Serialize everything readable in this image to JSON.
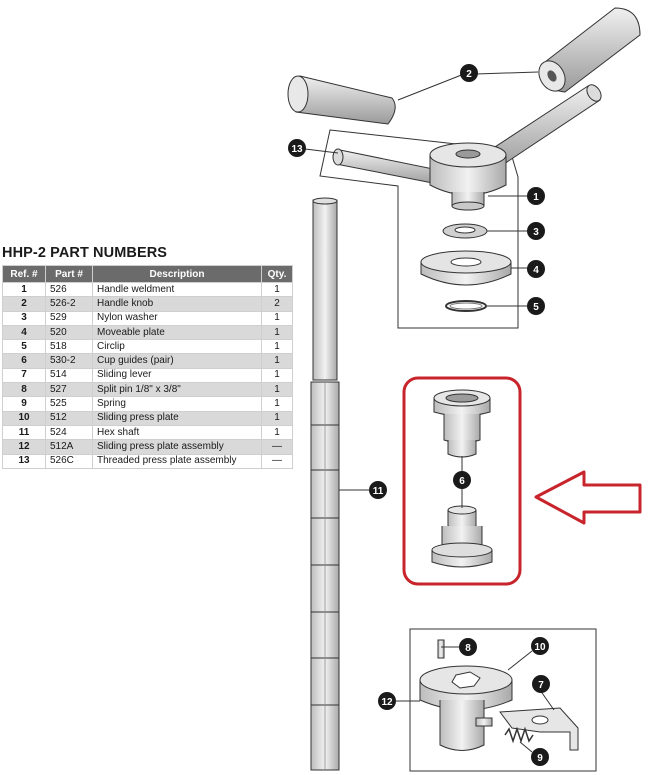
{
  "title": "HHP-2 PART NUMBERS",
  "table": {
    "headers": {
      "ref": "Ref. #",
      "part": "Part #",
      "desc": "Description",
      "qty": "Qty."
    },
    "rows": [
      {
        "ref": "1",
        "part": "526",
        "desc": "Handle weldment",
        "qty": "1"
      },
      {
        "ref": "2",
        "part": "526-2",
        "desc": "Handle knob",
        "qty": "2"
      },
      {
        "ref": "3",
        "part": "529",
        "desc": "Nylon washer",
        "qty": "1"
      },
      {
        "ref": "4",
        "part": "520",
        "desc": "Moveable plate",
        "qty": "1"
      },
      {
        "ref": "5",
        "part": "518",
        "desc": "Circlip",
        "qty": "1"
      },
      {
        "ref": "6",
        "part": "530-2",
        "desc": "Cup guides (pair)",
        "qty": "1"
      },
      {
        "ref": "7",
        "part": "514",
        "desc": "Sliding lever",
        "qty": "1"
      },
      {
        "ref": "8",
        "part": "527",
        "desc": "Split pin 1/8\" x 3/8\"",
        "qty": "1"
      },
      {
        "ref": "9",
        "part": "525",
        "desc": "Spring",
        "qty": "1"
      },
      {
        "ref": "10",
        "part": "512",
        "desc": "Sliding press plate",
        "qty": "1"
      },
      {
        "ref": "11",
        "part": "524",
        "desc": "Hex shaft",
        "qty": "1"
      },
      {
        "ref": "12",
        "part": "512A",
        "desc": "Sliding press plate assembly",
        "qty": "—"
      },
      {
        "ref": "13",
        "part": "526C",
        "desc": "Threaded press plate assembly",
        "qty": "—"
      }
    ]
  },
  "callouts": {
    "c1": "1",
    "c2": "2",
    "c3": "3",
    "c4": "4",
    "c5": "5",
    "c6": "6",
    "c7": "7",
    "c8": "8",
    "c9": "9",
    "c10": "10",
    "c11": "11",
    "c12": "12",
    "c13": "13"
  },
  "colors": {
    "highlight": "#c8242b",
    "header_bg": "#6b6b6b",
    "alt_row": "#d9d9d9",
    "callout": "#1a1a1a"
  }
}
